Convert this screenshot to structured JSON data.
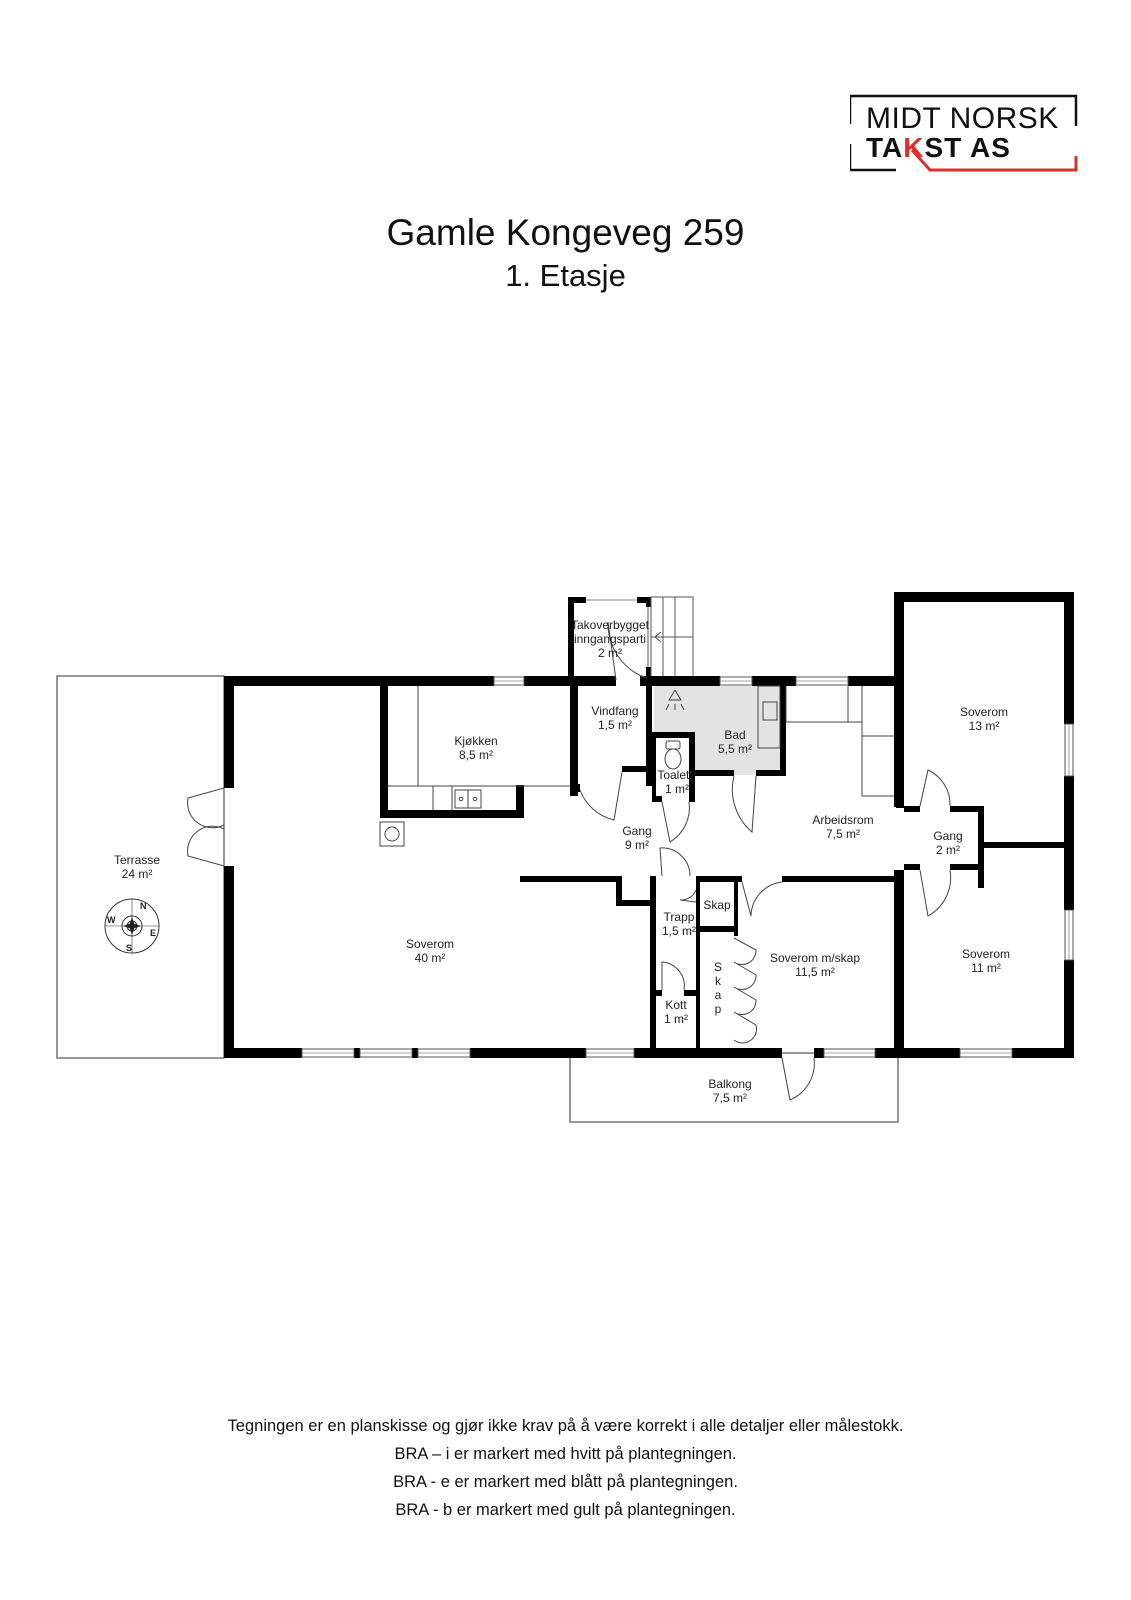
{
  "logo": {
    "line1": "MIDT NORSK",
    "line2_a": "TA",
    "line2_k": "K",
    "line2_b": "ST AS",
    "accent_color": "#d9302a"
  },
  "header": {
    "title": "Gamle Kongeveg 259",
    "subtitle": "1. Etasje"
  },
  "rooms": [
    {
      "name": "Takoverbygget",
      "name2": "inngangsparti",
      "area": "2 m²"
    },
    {
      "name": "Vindfang",
      "area": "1,5 m²"
    },
    {
      "name": "Kjøkken",
      "area": "8,5 m²"
    },
    {
      "name": "Bad",
      "area": "5,5 m²"
    },
    {
      "name": "Toalett",
      "area": "1 m²"
    },
    {
      "name": "Gang",
      "area": "9 m²"
    },
    {
      "name": "Arbeidsrom",
      "area": "7,5 m²"
    },
    {
      "name": "Soverom",
      "area": "13 m²"
    },
    {
      "name": "Gang",
      "area": "2 m²"
    },
    {
      "name": "Terrasse",
      "area": "24 m²"
    },
    {
      "name": "Soverom",
      "area": "40 m²"
    },
    {
      "name": "Trapp",
      "area": "1,5 m²"
    },
    {
      "name": "Skap",
      "area": ""
    },
    {
      "name": "Kott",
      "area": "1 m²"
    },
    {
      "name": "Skap",
      "area": ""
    },
    {
      "name": "Soverom m/skap",
      "area": "11,5 m²"
    },
    {
      "name": "Soverom",
      "area": "11 m²"
    },
    {
      "name": "Balkong",
      "area": "7,5 m²"
    }
  ],
  "compass": {
    "n": "N",
    "e": "E",
    "s": "S",
    "w": "W"
  },
  "colors": {
    "wall": "#000000",
    "bathroom_fill": "#e3e3e3",
    "outdoor_line": "#555555"
  },
  "notes": [
    "Tegningen er en planskisse og gjør ikke krav på å være korrekt i alle detaljer eller målestokk.",
    "BRA – i er markert med hvitt på plantegningen.",
    "BRA - e er markert med blått på plantegningen.",
    "BRA - b er markert med gult på plantegningen."
  ]
}
